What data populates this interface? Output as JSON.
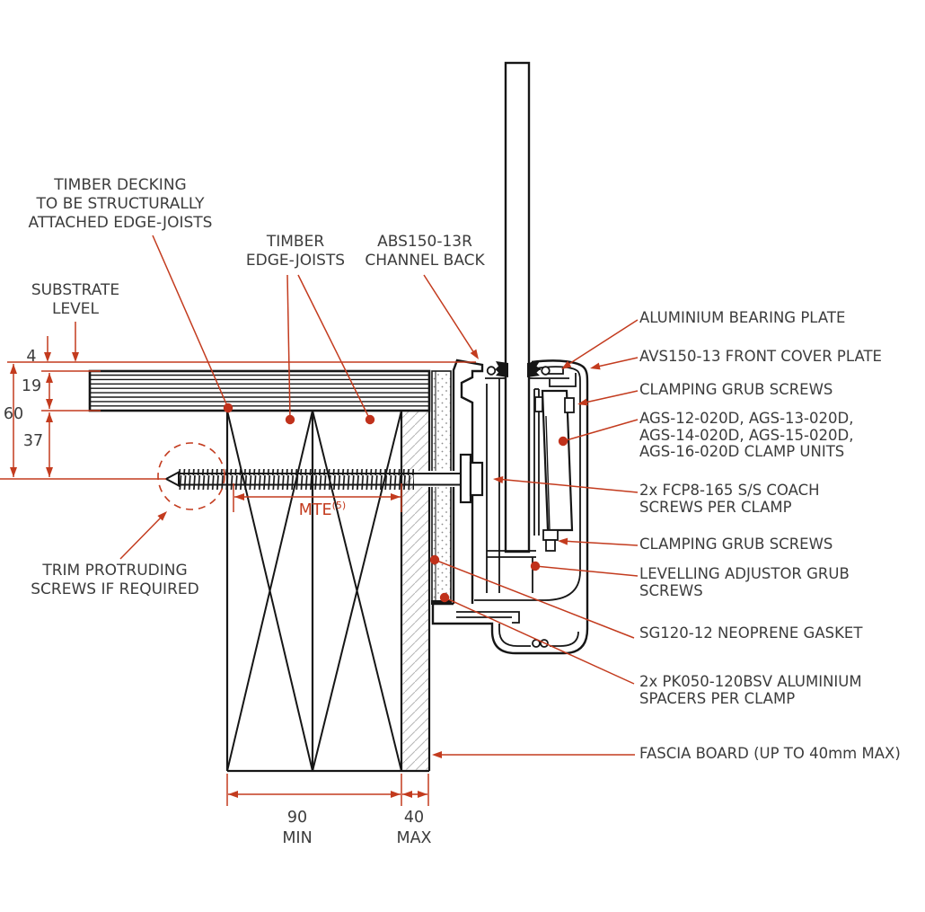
{
  "colors": {
    "annotation_red": "#c33b1e",
    "leader_dot_red": "#c0311b",
    "line_black": "#161616",
    "text_gray": "#3c3c3c"
  },
  "labels": {
    "timber_decking": "TIMBER DECKING\nTO BE STRUCTURALLY\nATTACHED EDGE-JOISTS",
    "timber_edge_joists": "TIMBER\nEDGE-JOISTS",
    "abs_channel_back": "ABS150-13R\nCHANNEL BACK",
    "substrate_level": "SUBSTRATE\nLEVEL",
    "aluminium_bearing_plate": "ALUMINIUM BEARING PLATE",
    "avs_front_cover_plate": "AVS150-13 FRONT COVER PLATE",
    "clamping_grub_screws_top": "CLAMPING GRUB SCREWS",
    "ags_clamp_units": "AGS-12-020D, AGS-13-020D,\nAGS-14-020D, AGS-15-020D,\nAGS-16-020D CLAMP UNITS",
    "coach_screws": "2x FCP8-165 S/S COACH\nSCREWS PER CLAMP",
    "clamping_grub_screws_bottom": "CLAMPING GRUB SCREWS",
    "levelling_adjustor": "LEVELLING ADJUSTOR GRUB\nSCREWS",
    "neoprene_gasket": "SG120-12 NEOPRENE GASKET",
    "aluminium_spacers": "2x PK050-120BSV ALUMINIUM\nSPACERS PER CLAMP",
    "fascia_board": "FASCIA BOARD (UP TO 40mm MAX)",
    "trim_screws": "TRIM PROTRUDING\nSCREWS IF REQUIRED"
  },
  "dimensions": {
    "gap_top": "4",
    "decking_thickness": "19",
    "overall_depth": "60",
    "joist_drop": "37",
    "mte": "MTE",
    "mte_note": "(5)",
    "width_min": "90\nMIN",
    "width_max": "40\nMAX"
  }
}
